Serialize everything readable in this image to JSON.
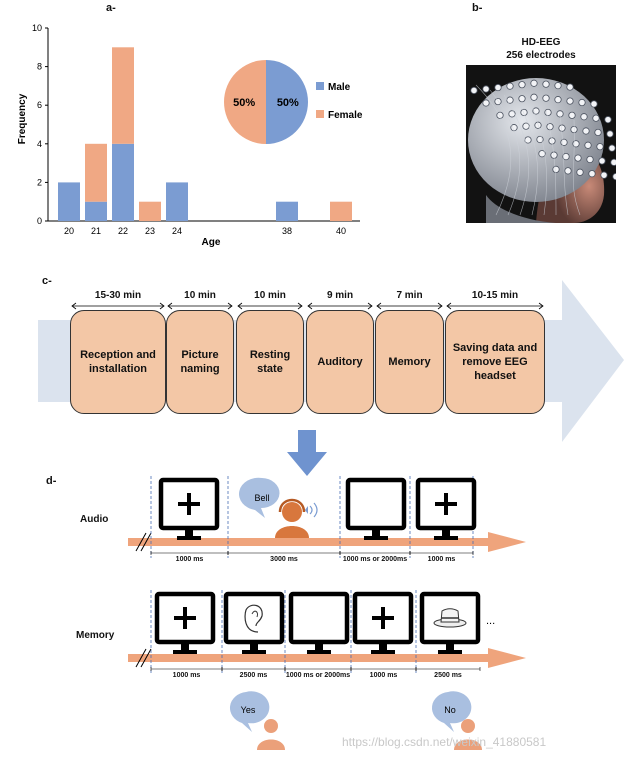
{
  "panels": {
    "a": "a-",
    "b": "b-",
    "c": "c-",
    "d": "d-"
  },
  "chart_data": [
    {
      "type": "bar",
      "stacked": true,
      "categories": [
        "20",
        "21",
        "22",
        "23",
        "24",
        "38",
        "40"
      ],
      "series": [
        {
          "name": "Male",
          "values": [
            2,
            1,
            4,
            0,
            2,
            1,
            0
          ],
          "color": "#7b9cd2"
        },
        {
          "name": "Female",
          "values": [
            0,
            3,
            5,
            1,
            0,
            0,
            1
          ],
          "color": "#f0a884"
        }
      ],
      "xlabel": "Age",
      "ylabel": "Frequency",
      "yticks": [
        "0",
        "2",
        "4",
        "6",
        "8",
        "10"
      ],
      "ylim": [
        0,
        10
      ],
      "legend": "right of pie"
    },
    {
      "type": "pie",
      "slices": [
        {
          "name": "Male",
          "value": 50,
          "label": "50%",
          "color": "#7b9cd2"
        },
        {
          "name": "Female",
          "value": 50,
          "label": "50%",
          "color": "#f0a884"
        }
      ]
    }
  ],
  "eeg": {
    "title1": "HD-EEG",
    "title2": "256 electrodes"
  },
  "protocol": {
    "stages": [
      {
        "duration": "15-30 min",
        "label": "Reception and installation"
      },
      {
        "duration": "10 min",
        "label": "Picture naming"
      },
      {
        "duration": "10 min",
        "label": "Resting state"
      },
      {
        "duration": "9 min",
        "label": "Auditory"
      },
      {
        "duration": "7 min",
        "label": "Memory"
      },
      {
        "duration": "10-15 min",
        "label": "Saving data and remove EEG headset"
      }
    ]
  },
  "audio": {
    "label": "Audio",
    "bubble": "Bell",
    "durations": [
      "1000 ms",
      "3000 ms",
      "1000 ms or 2000ms",
      "1000 ms"
    ]
  },
  "memory": {
    "label": "Memory",
    "ellipsis": "...",
    "durations": [
      "1000 ms",
      "2500 ms",
      "1000 ms or  2000ms",
      "1000 ms",
      "2500 ms"
    ],
    "yes": "Yes",
    "no": "No"
  },
  "watermark": "https://blog.csdn.net/weixin_41880581"
}
